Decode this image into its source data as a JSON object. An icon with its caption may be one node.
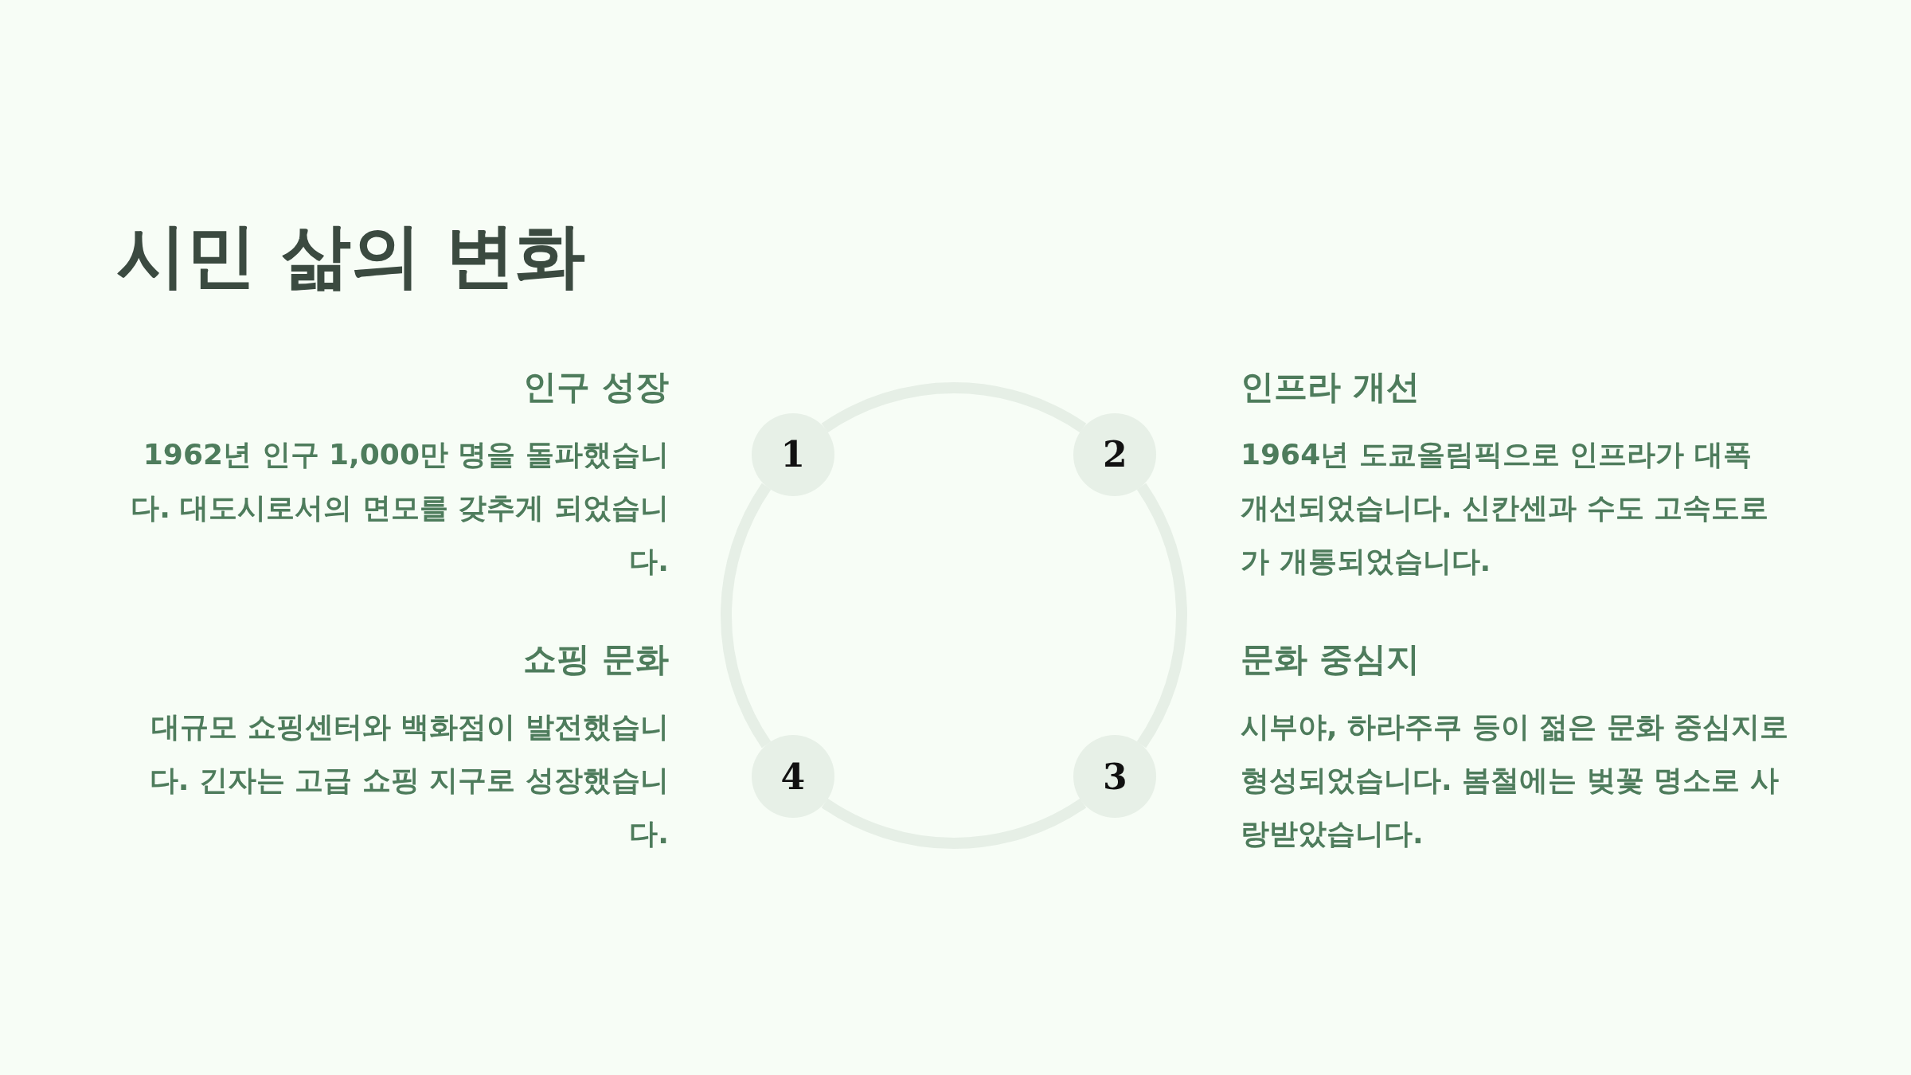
{
  "diagram": {
    "title": "시민 삶의 변화",
    "nodes": [
      {
        "text": [
          "1"
        ]
      },
      {
        "text": [
          "2"
        ]
      },
      {
        "text": [
          "3"
        ]
      },
      {
        "text": [
          "4"
        ]
      }
    ],
    "edges": [
      {
        "from": 0,
        "to": 1,
        "arrow": "none"
      },
      {
        "from": 1,
        "to": 2,
        "arrow": "none"
      },
      {
        "from": 2,
        "to": 3,
        "arrow": "none"
      },
      {
        "from": 3,
        "to": 0,
        "arrow": "none"
      }
    ],
    "labels": [
      "인구 성장",
      "1962년 인구 1,000만 명을 돌파했습니다. 대도시로서의 면모를 갖추게 되었습니다.",
      "인프라 개선",
      "1964년 도쿄올림픽으로 인프라가 대폭 개선되었습니다. 신칸센과 수도 고속도로가 개통되었습니다.",
      "쇼핑 문화",
      "대규모 쇼핑센터와 백화점이 발전했습니다. 긴자는 고급 쇼핑 지구로 성장했습니다.",
      "문화 중심지",
      "시부야, 하라주쿠 등이 젊은 문화 중심지로 형성되었습니다. 봄철에는 벚꽃 명소로 사랑받았습니다."
    ]
  }
}
